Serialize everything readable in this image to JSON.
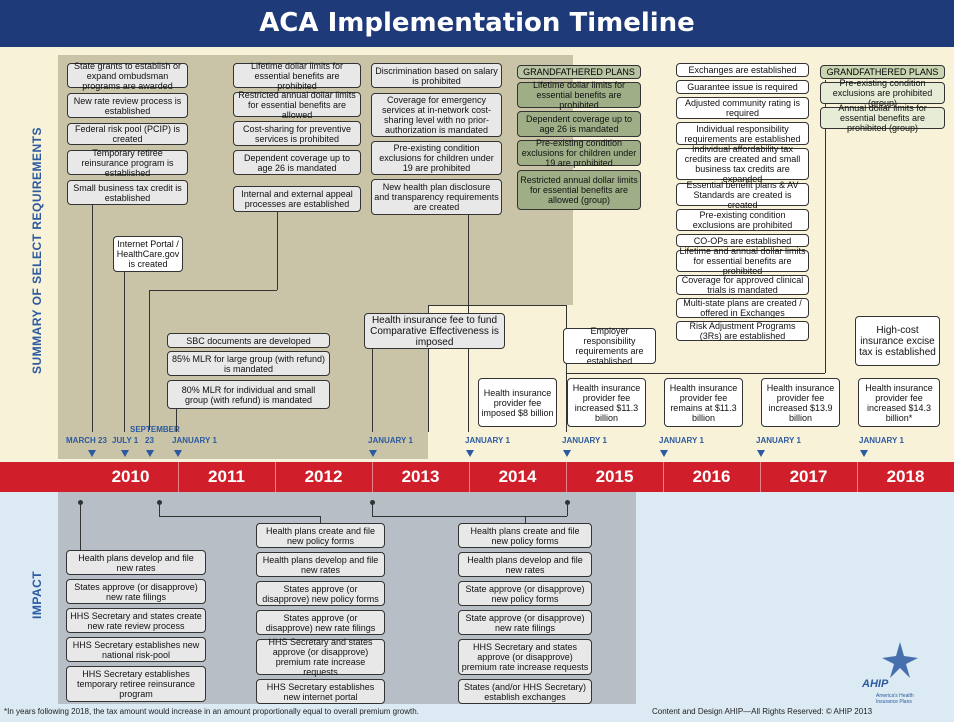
{
  "title": "ACA Implementation Timeline",
  "section_labels": {
    "top": "SUMMARY OF SELECT REQUIREMENTS",
    "bottom": "IMPACT"
  },
  "years": [
    "2010",
    "2011",
    "2012",
    "2013",
    "2014",
    "2015",
    "2016",
    "2017",
    "2018"
  ],
  "dates": {
    "march23": "MARCH 23",
    "july1": "JULY 1",
    "september": "SEPTEMBER",
    "sep23": "23",
    "jan1_2011": "JANUARY 1",
    "jan1_2013": "JANUARY 1",
    "jan1_2014": "JANUARY 1",
    "jan1_2015": "JANUARY 1",
    "jan1_2016": "JANUARY 1",
    "jan1_2017": "JANUARY 1",
    "jan1_2018": "JANUARY 1"
  },
  "col2010": [
    "State grants to establish or expand ombudsman programs are awarded",
    "New rate review process is established",
    "Federal risk pool (PCIP) is created",
    "Temporary retiree reinsurance program is established",
    "Small business tax credit is established"
  ],
  "col2011": [
    "Lifetime dollar limits for essential benefits are prohibited",
    "Restricted annual dollar limits for essential benefits are allowed",
    "Cost-sharing for preventive services is prohibited",
    "Dependent coverage up to age 26 is mandated",
    "Internal and external appeal processes are established"
  ],
  "col2012": [
    "Discrimination based on salary is prohibited",
    "Coverage for emergency services at in-network cost-sharing level with no prior-authorization is mandated",
    "Pre-existing condition exclusions for children under 19 are prohibited",
    "New health plan disclosure and transparency requirements are created"
  ],
  "grandfathered1": {
    "header": "GRANDFATHERED PLANS",
    "items": [
      "Lifetime dollar limits for essential benefits are prohibited",
      "Dependent coverage up to age 26 is mandated",
      "Pre-existing condition exclusions for children under 19 are prohibited",
      "Restricted annual dollar limits for essential benefits are allowed (group)"
    ]
  },
  "col2014": [
    "Exchanges are established",
    "Guarantee issue is required",
    "Adjusted community rating is required",
    "Individual responsibility requirements are established",
    "Individual affordability tax credits are created and small business tax credits are expanded",
    "Essential benefit plans & AV Standards are created is created",
    "Pre-existing condition exclusions are prohibited",
    "CO-OPs are established",
    "Lifetime and annual dollar limits for essential benefits are prohibited",
    "Coverage for approved clinical trials is mandated",
    "Multi-state plans are created / offered in Exchanges",
    "Risk Adjustment Programs (3Rs) are established"
  ],
  "grandfathered2": {
    "header": "GRANDFATHERED PLANS",
    "items": [
      "Pre-existing condition exclusions are prohibited (group)",
      "Annual dollar limits for essential benefits are prohibited (group)"
    ]
  },
  "internet_portal": "Internet Portal / HealthCare.gov is created",
  "sbc_group": [
    "SBC documents are developed",
    "85% MLR for large group (with refund) is mandated",
    "80% MLR for individual and small group (with refund) is mandated"
  ],
  "hif_cer": "Health insurance fee to fund Comparative Effectiveness is imposed",
  "employer_resp": "Employer responsibility requirements are established",
  "cadillac": "High-cost insurance excise tax is established",
  "fees": [
    "Health insurance provider fee imposed $8 billion",
    "Health insurance provider fee increased $11.3 billion",
    "Health insurance provider fee remains at $11.3 billion",
    "Health insurance provider fee increased $13.9 billion",
    "Health insurance provider fee increased $14.3 billion*"
  ],
  "impact1": [
    "Health plans develop and file new rates",
    "States approve (or disapprove) new rate filings",
    "HHS Secretary and states create new rate review process",
    "HHS Secretary establishes new national risk-pool",
    "HHS Secretary establishes temporary retiree reinsurance program"
  ],
  "impact2": [
    "Health plans create and file new policy forms",
    "Health plans develop and file new rates",
    "States approve (or disapprove) new policy forms",
    "States approve (or disapprove) new rate filings",
    "HHS Secretary and states approve (or disapprove) premium rate increase requests",
    "HHS Secretary establishes new internet portal"
  ],
  "impact3": [
    "Health plans create and file new policy forms",
    "Health plans develop and file new rates",
    "State approve (or disapprove) new policy forms",
    "State approve (or disapprove) new rate filings",
    "HHS Secretary and states approve (or disapprove) premium rate increase requests",
    "States (and/or HHS Secretary) establish exchanges"
  ],
  "footnote": "*In years following 2018, the tax amount would increase in an amount proportionally equal to overall premium growth.",
  "copyright": "Content and Design AHIP—All Rights Reserved: © AHIP 2013",
  "logo": {
    "name": "AHIP",
    "tagline": "America's Health Insurance Plans"
  },
  "colors": {
    "title_bg": "#1f3a78",
    "year_bar": "#d01f2b",
    "accent_blue": "#2c5aa0",
    "top_bg": "#f8f2d8",
    "shade": "#c9c3a7",
    "bottom_bg": "#dceaf3",
    "bottom_shade": "#b7bec6",
    "grandfathered": "#9fae86"
  }
}
